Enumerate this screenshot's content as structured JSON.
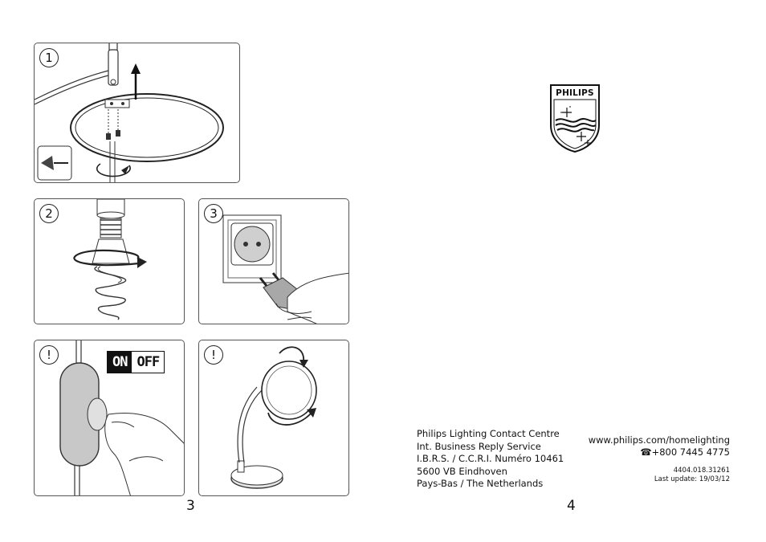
{
  "panels": {
    "step1": "1",
    "step2": "2",
    "step3": "3",
    "warn1": "!",
    "warn2": "!"
  },
  "switch": {
    "on": "ON",
    "off": "OFF"
  },
  "brand": {
    "name": "PHILIPS"
  },
  "pages": {
    "left": "3",
    "right": "4"
  },
  "address": {
    "line1": "Philips Lighting Contact Centre",
    "line2": "Int. Business Reply Service",
    "line3": "I.B.R.S. / C.C.R.I. Numéro 10461",
    "line4": "5600 VB Eindhoven",
    "line5": "Pays-Bas / The Netherlands"
  },
  "contact": {
    "website": "www.philips.com/homelighting",
    "phone": "+800 7445 4775",
    "code": "4404.018.31261",
    "last_update": "Last update: 19/03/12"
  },
  "icons": {
    "phone": "telephone-icon",
    "shield": "philips-shield-icon"
  }
}
